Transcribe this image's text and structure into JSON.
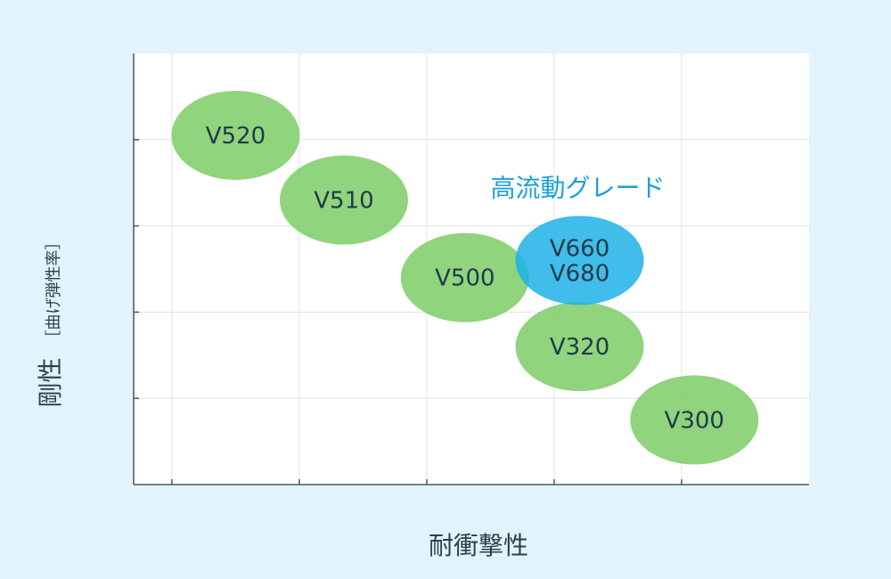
{
  "chart_data": {
    "type": "scatter",
    "xlabel": "耐衝撃性",
    "ylabel": "剛性",
    "ylabel_note": "［曲げ弾性率］",
    "annotation": "高流動グレード",
    "xlim": [
      0,
      5.3
    ],
    "ylim": [
      0,
      5
    ],
    "grid": true,
    "colors": {
      "standard": "#7ccd67",
      "high_flow": "#1eb1e6"
    },
    "points": [
      {
        "label": "V520",
        "x": 0.8,
        "y": 4.05,
        "group": "standard"
      },
      {
        "label": "V510",
        "x": 1.65,
        "y": 3.3,
        "group": "standard"
      },
      {
        "label": "V500",
        "x": 2.6,
        "y": 2.4,
        "group": "standard"
      },
      {
        "label": "V320",
        "x": 3.5,
        "y": 1.6,
        "group": "standard"
      },
      {
        "label": "V300",
        "x": 4.4,
        "y": 0.75,
        "group": "standard"
      },
      {
        "label": "V660\nV680",
        "x": 3.5,
        "y": 2.6,
        "group": "high_flow"
      }
    ]
  }
}
